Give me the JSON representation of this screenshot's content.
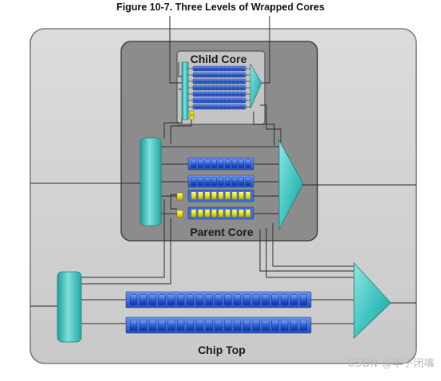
{
  "figure": {
    "title": "Figure 10-7. Three Levels of Wrapped Cores"
  },
  "labels": {
    "child_core": "Child Core",
    "parent_core": "Parent Core",
    "chip_top": "Chip Top"
  },
  "watermark": "CSDN @华子闭嘴",
  "colors": {
    "chip_fill": "#cfcfcf",
    "parent_fill": "#8c8c8c",
    "child_fill": "#c3c3c3",
    "chain_blue": "#2f63d6",
    "chain_yellow": "#e8e21a",
    "teal": "#3cc4c0"
  }
}
